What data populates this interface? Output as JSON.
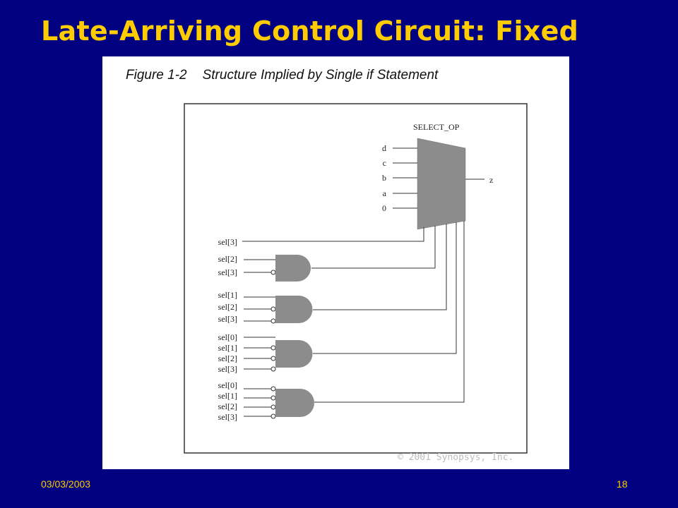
{
  "slide": {
    "title": "Late-Arriving Control Circuit: Fixed",
    "date": "03/03/2003",
    "page_number": "18"
  },
  "figure": {
    "caption_number": "Figure 1-2",
    "caption_title": "Structure Implied by Single if Statement",
    "mux_label": "SELECT_OP",
    "mux_inputs": [
      "d",
      "c",
      "b",
      "a",
      "0"
    ],
    "mux_output": "z",
    "direct_select": "sel[3]",
    "gates": [
      {
        "inputs": [
          "sel[2]",
          "sel[3]"
        ]
      },
      {
        "inputs": [
          "sel[1]",
          "sel[2]",
          "sel[3]"
        ]
      },
      {
        "inputs": [
          "sel[0]",
          "sel[1]",
          "sel[2]",
          "sel[3]"
        ]
      },
      {
        "inputs": [
          "sel[0]",
          "sel[1]",
          "sel[2]",
          "sel[3]"
        ]
      }
    ],
    "copyright": "© 2001 Synopsys, Inc."
  },
  "colors": {
    "background": "#000080",
    "title": "#FFCC00",
    "gate_fill": "#8c8c8c",
    "wire": "#333333"
  }
}
